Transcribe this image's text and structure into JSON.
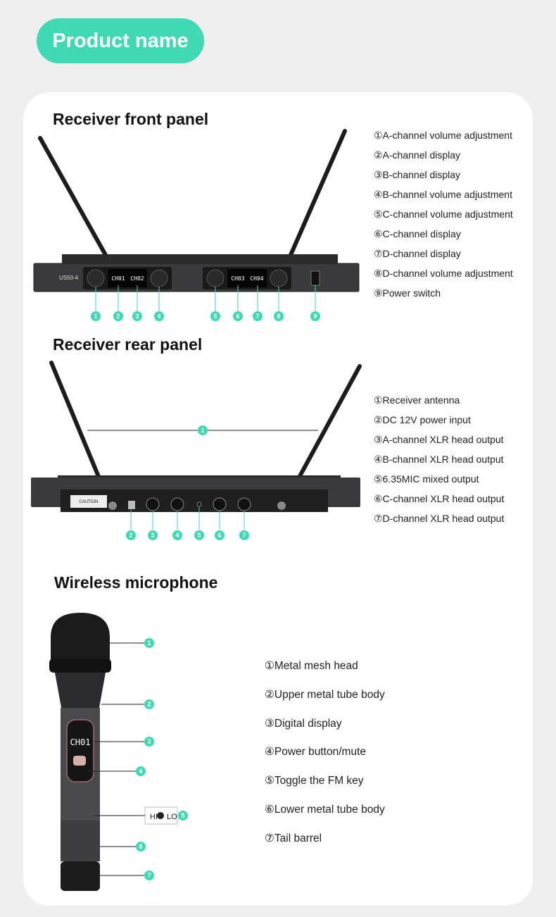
{
  "header": {
    "title": "Product name"
  },
  "front_panel": {
    "title": "Receiver front panel",
    "model_label": "US50-4",
    "displays": [
      "CH01",
      "CH02",
      "CH03",
      "CH04"
    ],
    "callouts": [
      "1",
      "2",
      "3",
      "4",
      "5",
      "6",
      "7",
      "8",
      "9"
    ],
    "items": [
      "①A-channel volume adjustment",
      "②A-channel display",
      "③B-channel display",
      "④B-channel volume adjustment",
      "⑤C-channel volume adjustment",
      "⑥C-channel display",
      "⑦D-channel display",
      "⑧D-channel volume adjustment",
      "⑨Power switch"
    ]
  },
  "rear_panel": {
    "title": "Receiver rear panel",
    "caution_label": "CAUTION",
    "callouts": [
      "1",
      "2",
      "3",
      "4",
      "5",
      "6",
      "7"
    ],
    "items": [
      "①Receiver antenna",
      "②DC 12V power input",
      "③A-channel XLR head output",
      "④B-channel XLR head output",
      "⑤6.35MIC mixed output",
      "⑥C-channel XLR head output",
      "⑦D-channel XLR head output"
    ]
  },
  "microphone": {
    "title": "Wireless microphone",
    "display": "CH01",
    "switch_hi": "HI",
    "switch_lo": "LO",
    "callouts": [
      "1",
      "2",
      "3",
      "4",
      "5",
      "6",
      "7"
    ],
    "items": [
      "①Metal mesh head",
      "②Upper metal tube body",
      "③Digital display",
      "④Power button/mute",
      "⑤Toggle the FM key",
      "⑥Lower metal tube body",
      "⑦Tail barrel"
    ]
  },
  "colors": {
    "accent": "#3fd9b3",
    "background": "#efefef",
    "card": "#ffffff"
  }
}
